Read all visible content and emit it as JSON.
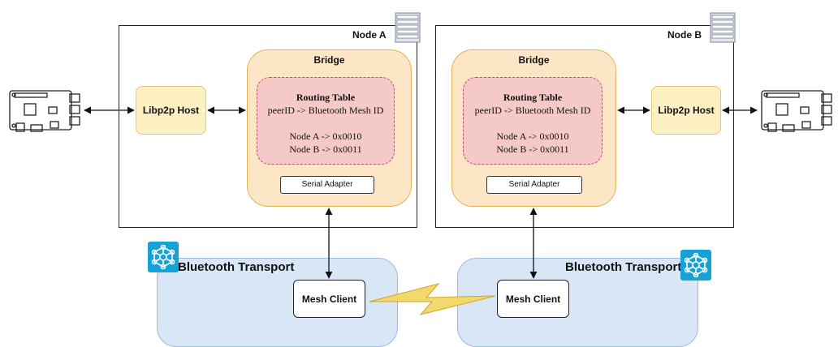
{
  "node_a": {
    "title": "Node A",
    "bridge_title": "Bridge",
    "routing": {
      "title": "Routing Table",
      "subtitle": "peerID -> Bluetooth Mesh ID",
      "entries": [
        "Node A -> 0x0010",
        "Node B -> 0x0011"
      ]
    },
    "serial_label": "Serial Adapter",
    "host_label": "Libp2p Host"
  },
  "node_b": {
    "title": "Node B",
    "bridge_title": "Bridge",
    "routing": {
      "title": "Routing Table",
      "subtitle": "peerID -> Bluetooth Mesh ID",
      "entries": [
        "Node A -> 0x0010",
        "Node B -> 0x0011"
      ]
    },
    "serial_label": "Serial Adapter",
    "host_label": "Libp2p Host"
  },
  "transport_left": {
    "label": "Bluetooth Transport",
    "client_label": "Mesh Client"
  },
  "transport_right": {
    "label": "Bluetooth Transport",
    "client_label": "Mesh Client"
  },
  "icons": [
    "raspberry-pi-board-icon",
    "server-rack-icon",
    "bluetooth-mesh-icon",
    "lightning-link-icon"
  ],
  "colors": {
    "bridge": "#fde6c6",
    "routing": "#f6c9c9",
    "libp2p": "#fdf1c4",
    "transport": "#d8e6f6",
    "mesh_icon": "#16a2d6",
    "lightning": "#f3d86b"
  }
}
